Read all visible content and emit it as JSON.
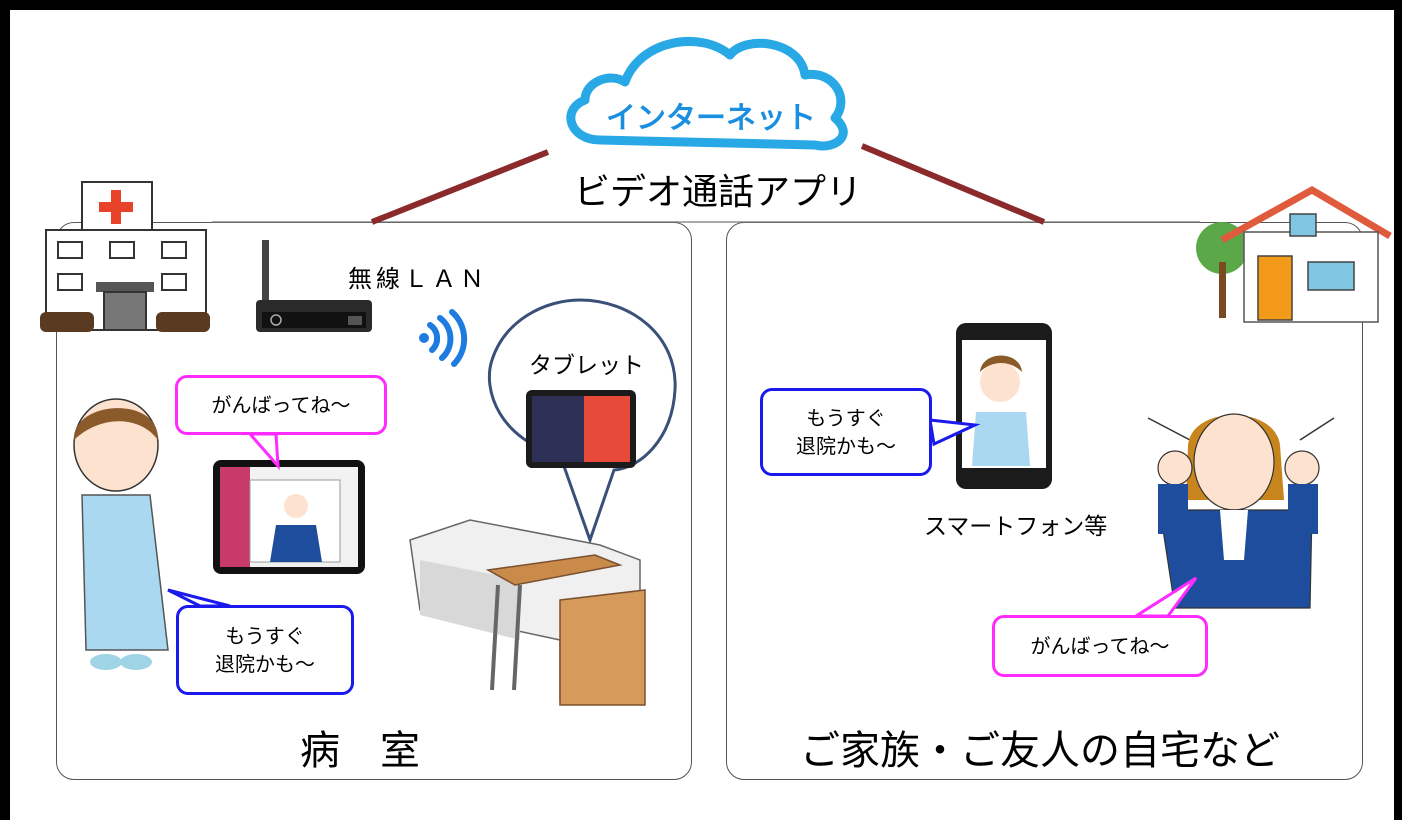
{
  "cloud": {
    "label": "インターネット"
  },
  "app_label": "ビデオ通話アプリ",
  "left": {
    "router_label": "無線ＬＡＮ",
    "tablet_label": "タブレット",
    "bubble_tablet": "がんばってね～",
    "bubble_patient_line1": "もうすぐ",
    "bubble_patient_line2": "退院かも～",
    "title": "病　室"
  },
  "right": {
    "bubble_phone_line1": "もうすぐ",
    "bubble_phone_line2": "退院かも～",
    "phone_label": "スマートフォン等",
    "bubble_woman": "がんばってね～",
    "title": "ご家族・ご友人の自宅など"
  },
  "colors": {
    "cloud_outline": "#29a8e6",
    "cloud_text": "#1a8ee0",
    "connector": "#8b2a2a",
    "bubble_pink": "#ff2bff",
    "bubble_blue": "#1a1aee",
    "hospital_cross": "#e8432a",
    "house_roof": "#e05a3c",
    "house_door": "#f39a1a"
  }
}
